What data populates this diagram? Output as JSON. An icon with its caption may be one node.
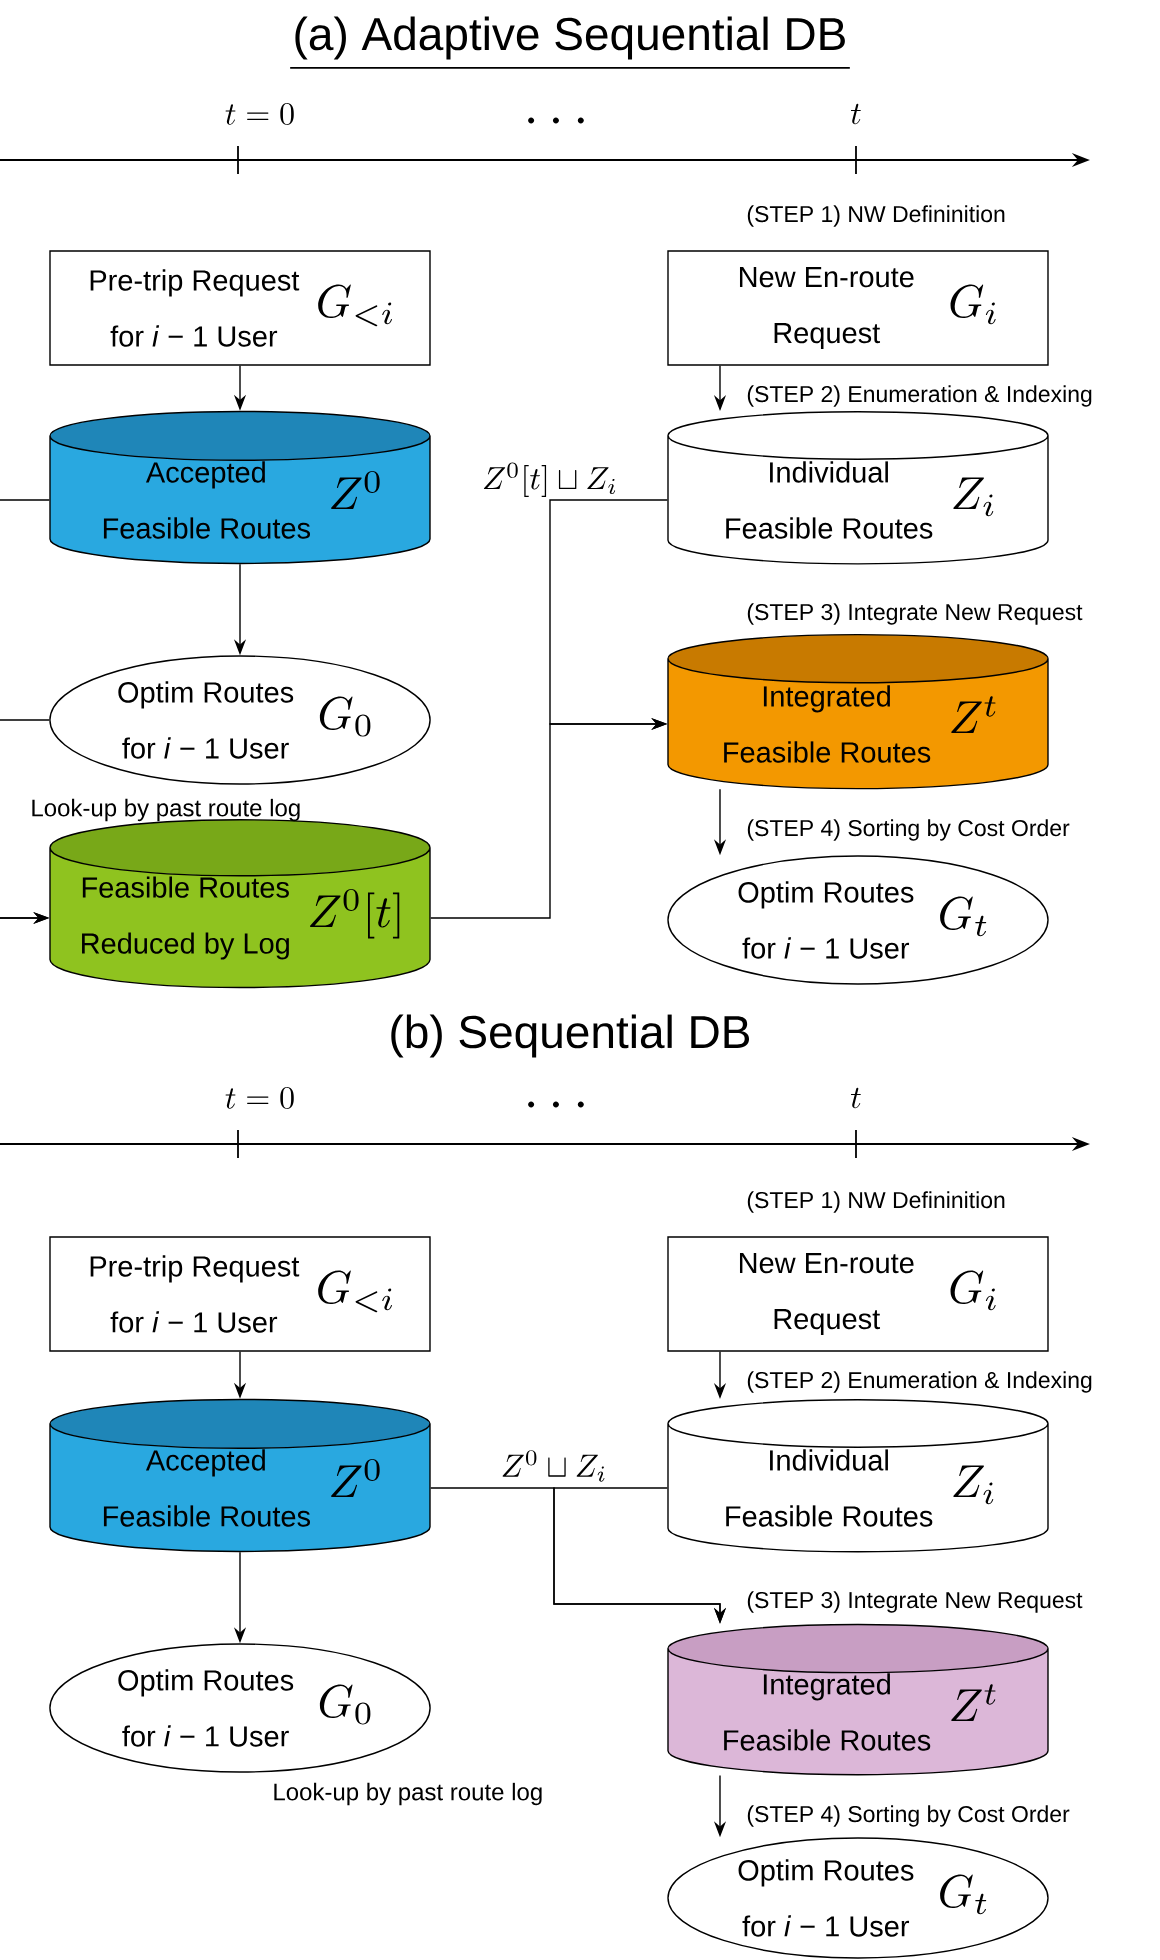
{
  "diagram": {
    "nodes": [
      {
        "text": [
          "Pre-trip Request for *i* − 1 User",
          "G_{<i}"
        ]
      },
      {
        "text": [
          "Accepted Feasible Routes",
          "Z^0"
        ]
      },
      {
        "text": [
          "Optim Routes for *i* − 1 User",
          "G_0"
        ]
      },
      {
        "text": [
          "Feasible Routes Reduced by Log",
          "Z^0[t]"
        ]
      },
      {
        "text": [
          "New En-route Request",
          "G_i"
        ]
      },
      {
        "text": [
          "Individual Feasible Routes",
          "Z_i"
        ]
      },
      {
        "text": [
          "Integrated Feasible Routes",
          "Z^t"
        ]
      },
      {
        "text": [
          "Optim Routes for *i* − 1 User",
          "G_t"
        ]
      },
      {
        "text": [
          "Pre-trip Request for *i* − 1 User",
          "G_{<i}"
        ]
      },
      {
        "text": [
          "Accepted Feasible Routes",
          "Z^0"
        ]
      },
      {
        "text": [
          "Optim Routes for *i* − 1 User",
          "G_0"
        ]
      },
      {
        "text": [
          "New En-route Request",
          "G_i"
        ]
      },
      {
        "text": [
          "Individual Feasible Routes",
          "Z_i"
        ]
      },
      {
        "text": [
          "Integrated Feasible Routes",
          "Z^t"
        ]
      },
      {
        "text": [
          "Optim Routes for *i* − 1 User",
          "G_t"
        ]
      }
    ],
    "edges": [
      {
        "from": 0,
        "to": 1,
        "arrow": "to"
      },
      {
        "from": 1,
        "to": 2,
        "arrow": "to"
      },
      {
        "from": 1,
        "to": 3,
        "arrow": "to"
      },
      {
        "from": 2,
        "to": 3,
        "arrow": "to"
      },
      {
        "from": 4,
        "to": 5,
        "arrow": "to",
        "label": "(STEP 2) Enumeration & Indexing"
      },
      {
        "from": 5,
        "to": 6,
        "arrow": "to",
        "label": "Z^0[t] \\sqcup Z_i"
      },
      {
        "from": 3,
        "to": 6,
        "arrow": "to"
      },
      {
        "from": 6,
        "to": 7,
        "arrow": "to",
        "label": "(STEP 4) Sorting by Cost Order"
      },
      {
        "from": 8,
        "to": 9,
        "arrow": "to"
      },
      {
        "from": 9,
        "to": 10,
        "arrow": "to"
      },
      {
        "from": 11,
        "to": 12,
        "arrow": "to",
        "label": "(STEP 2) Enumeration & Indexing"
      },
      {
        "from": 9,
        "to": 13,
        "arrow": "to"
      },
      {
        "from": 12,
        "to": 13,
        "arrow": "to",
        "label": "Z^0 \\sqcup Z_i"
      },
      {
        "from": 13,
        "to": 14,
        "arrow": "to",
        "label": "(STEP 4) Sorting by Cost Order"
      }
    ],
    "labels": [
      "(a) Adaptive Sequential DB",
      "t=0",
      "\\cdots",
      "t",
      "(STEP 1) NW Defininition",
      "(STEP 3) Integrate New Request",
      "Look-up by past route log",
      "(b) Sequential DB",
      "t=0",
      "\\cdots",
      "t",
      "(STEP 1) NW Defininition",
      "(STEP 3) Integrate New Request",
      "Look-up by past route log"
    ]
  }
}
